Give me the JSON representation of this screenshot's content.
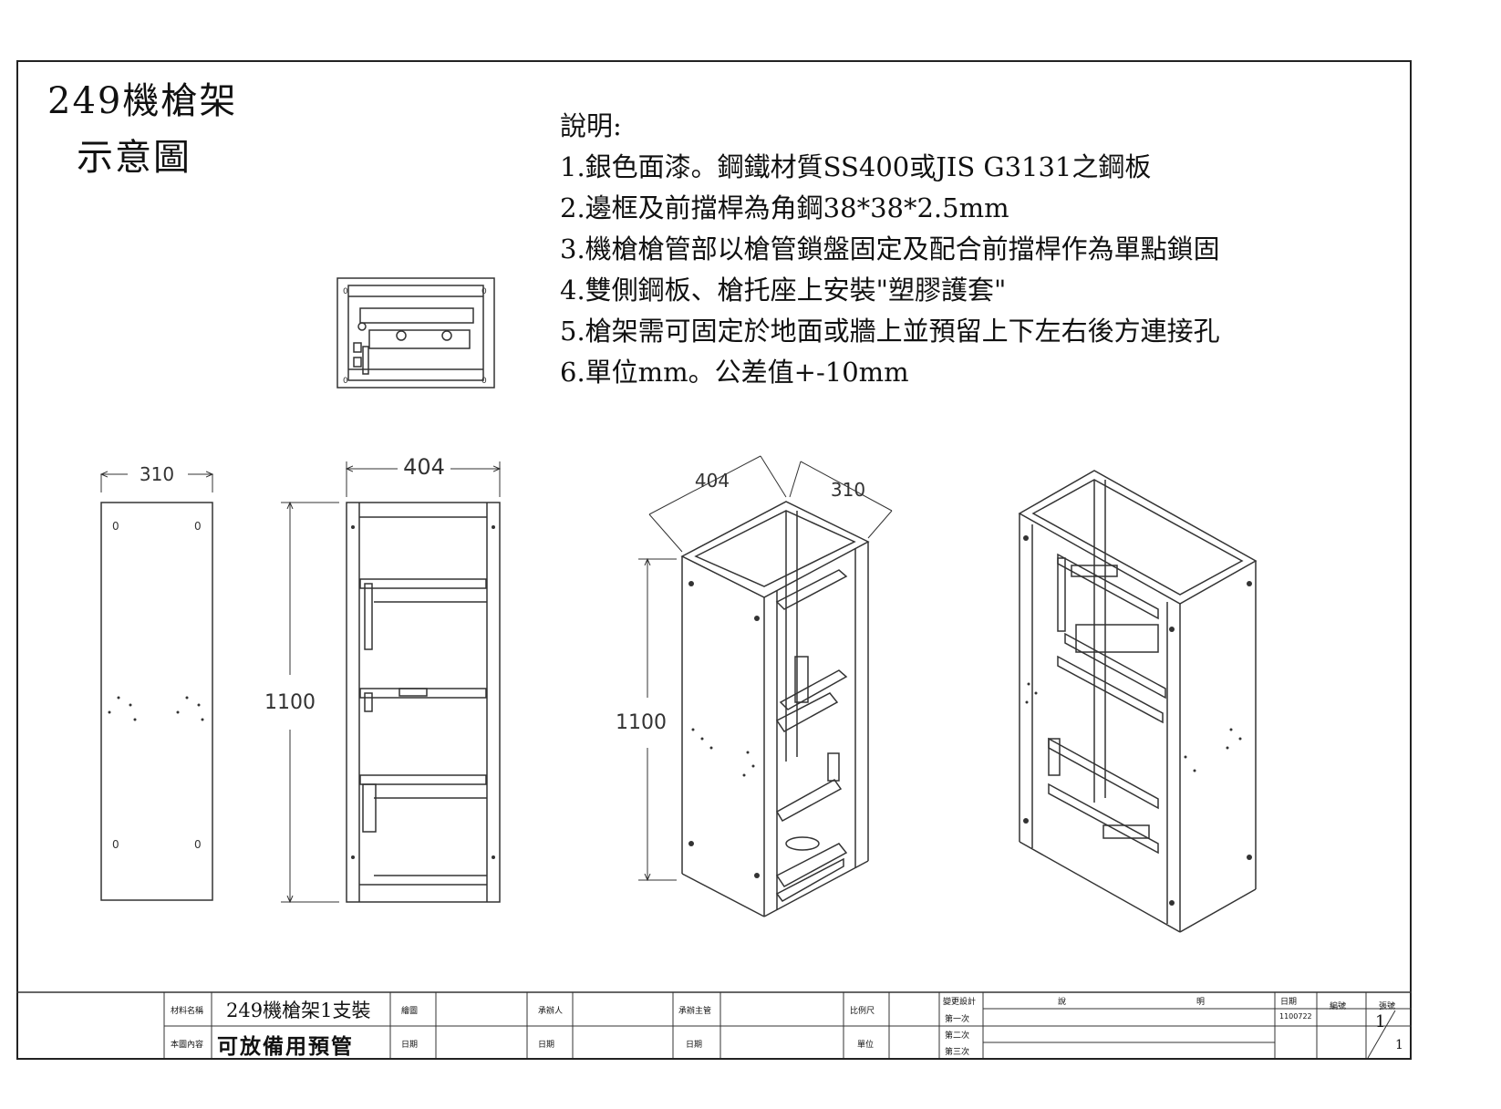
{
  "title": {
    "line1": "249機槍架",
    "line2": "示意圖"
  },
  "notes": {
    "heading": "說明:",
    "items": [
      "1.銀色面漆。鋼鐵材質SS400或JIS G3131之鋼板",
      "2.邊框及前擋桿為角鋼38*38*2.5mm",
      "3.機槍槍管部以槍管鎖盤固定及配合前擋桿作為單點鎖固",
      "4.雙側鋼板、槍托座上安裝\"塑膠護套\"",
      "5.槍架需可固定於地面或牆上並預留上下左右後方連接孔",
      "6.單位mm。公差值+-10mm"
    ]
  },
  "dimensions": {
    "side_width": "310",
    "front_width": "404",
    "front_height": "1100",
    "iso_width": "404",
    "iso_depth": "310",
    "iso_height": "1100"
  },
  "title_block": {
    "material_label": "材料名稱",
    "material_value": "249機槍架1支裝",
    "content_label": "本圖內容",
    "content_value": "可放備用預管",
    "drawn_label": "繪圖",
    "date_label_1": "日期",
    "maker_label": "承辦人",
    "date_label_2": "日期",
    "supervisor_label": "承辦主管",
    "date_label_3": "日期",
    "scale_label": "比例尺",
    "unit_label": "單位",
    "revision_label": "變更設計",
    "rev_1": "第一次",
    "rev_2": "第二次",
    "rev_3": "第三次",
    "desc_label_a": "說",
    "desc_label_b": "明",
    "date_col_label": "日期",
    "date_value": "1100722",
    "number_label": "編號",
    "sheet_label": "張號",
    "sheet_num": "1",
    "sheet_total": "1"
  }
}
